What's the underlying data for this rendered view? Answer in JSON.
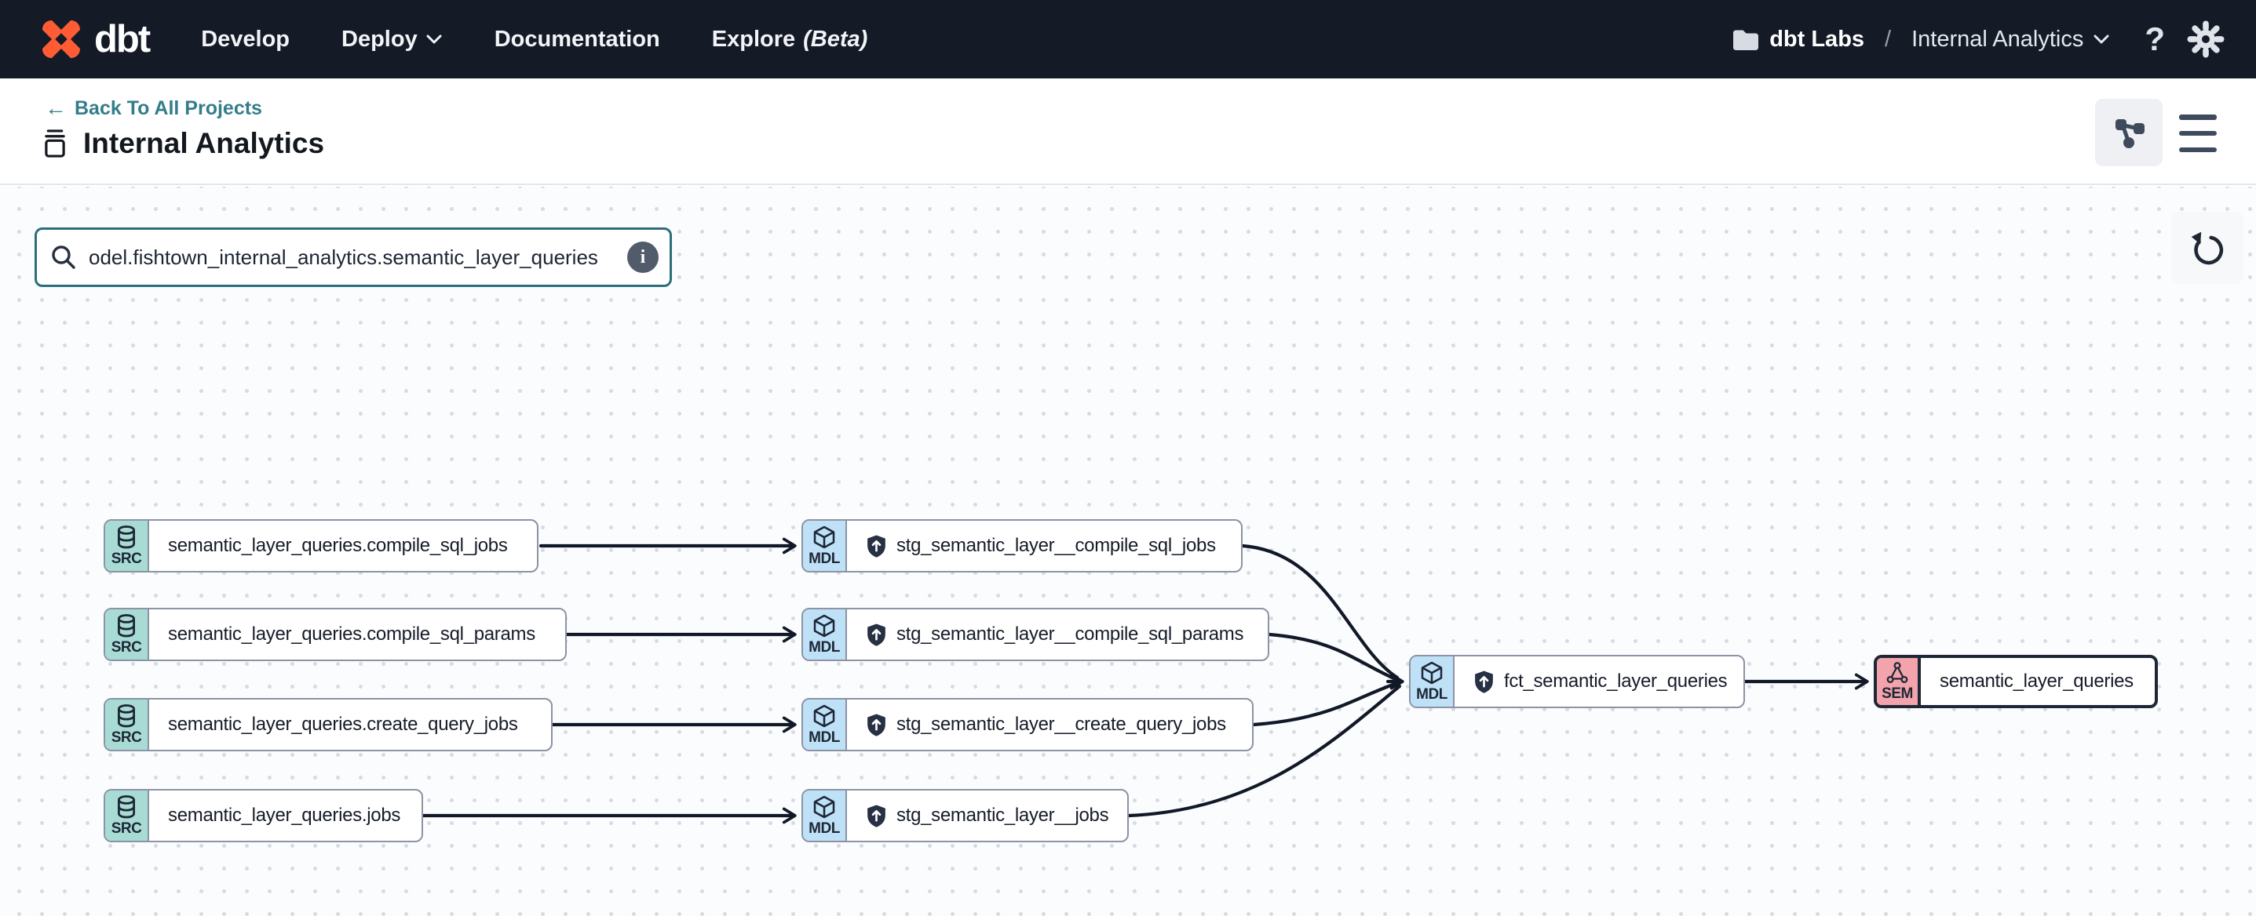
{
  "nav": {
    "brand": "dbt",
    "menu": [
      {
        "label": "Develop"
      },
      {
        "label": "Deploy"
      },
      {
        "label": "Documentation"
      },
      {
        "label": "Explore",
        "suffix": "(Beta)"
      }
    ],
    "breadcrumb": {
      "account": "dbt Labs",
      "separator": "/",
      "project": "Internal Analytics"
    },
    "help_glyph": "?"
  },
  "header": {
    "back_arrow": "←",
    "back_label": "Back To All Projects",
    "title": "Internal Analytics"
  },
  "lineage": {
    "search_value": "odel.fishtown_internal_analytics.semantic_layer_queries",
    "info_glyph": "i"
  },
  "graph": {
    "nodes": [
      {
        "kind": "SRC",
        "label": "semantic_layer_queries.compile_sql_jobs"
      },
      {
        "kind": "SRC",
        "label": "semantic_layer_queries.compile_sql_params"
      },
      {
        "kind": "SRC",
        "label": "semantic_layer_queries.create_query_jobs"
      },
      {
        "kind": "SRC",
        "label": "semantic_layer_queries.jobs"
      },
      {
        "kind": "MDL",
        "label": "stg_semantic_layer__compile_sql_jobs"
      },
      {
        "kind": "MDL",
        "label": "stg_semantic_layer__compile_sql_params"
      },
      {
        "kind": "MDL",
        "label": "stg_semantic_layer__create_query_jobs"
      },
      {
        "kind": "MDL",
        "label": "stg_semantic_layer__jobs"
      },
      {
        "kind": "MDL",
        "label": "fct_semantic_layer_queries"
      },
      {
        "kind": "SEM",
        "label": "semantic_layer_queries"
      }
    ]
  },
  "colors": {
    "nav_bg": "#141b27",
    "brand_orange": "#ff5c35",
    "accent_teal": "#2c6e7a",
    "src_badge": "#a9dbd5",
    "mdl_badge": "#bfe1f7",
    "sem_badge": "#f2a3ab",
    "edge": "#111827"
  }
}
